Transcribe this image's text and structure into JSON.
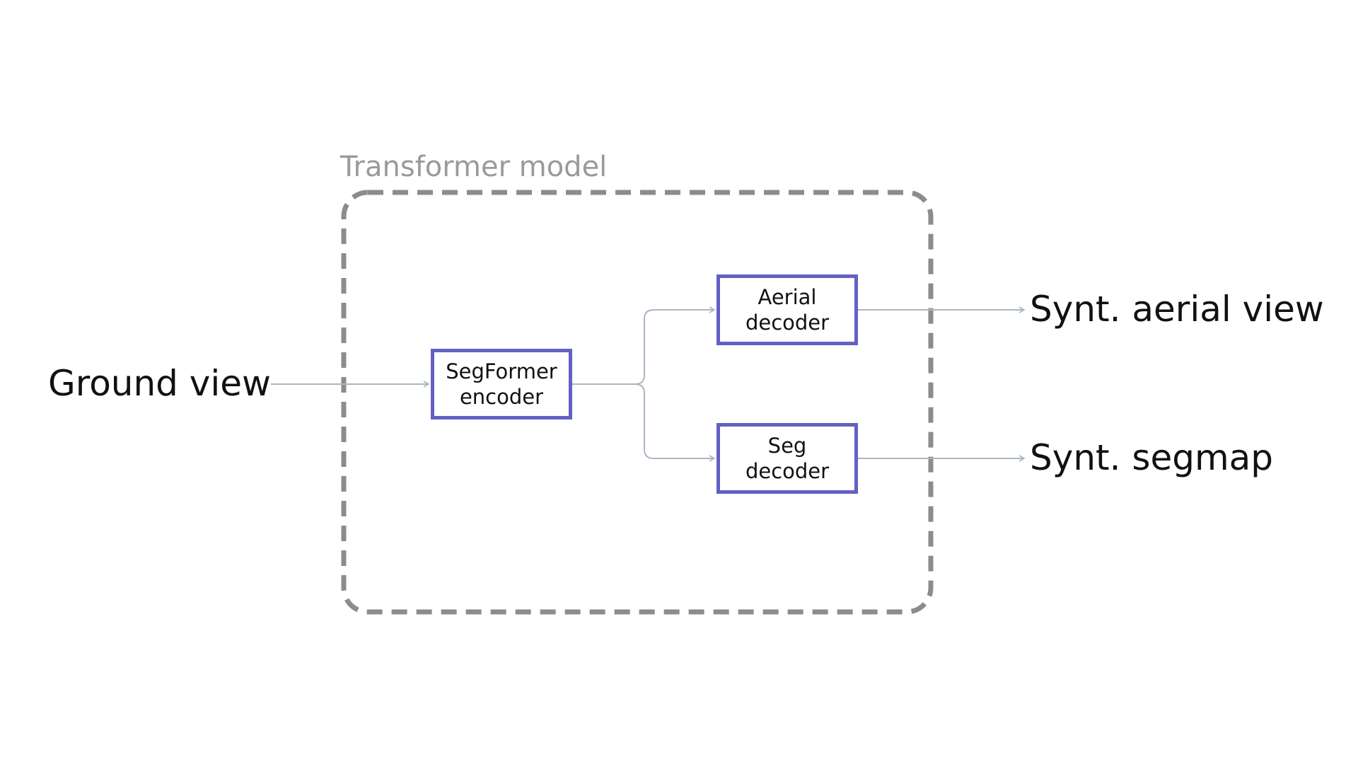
{
  "group": {
    "title": "Transformer model",
    "border_color": "#8c8c8c"
  },
  "inputs": {
    "ground_view": "Ground view"
  },
  "nodes": {
    "encoder": {
      "line1": "SegFormer",
      "line2": "encoder"
    },
    "aerial_decoder": {
      "line1": "Aerial",
      "line2": "decoder"
    },
    "seg_decoder": {
      "line1": "Seg",
      "line2": "decoder"
    }
  },
  "outputs": {
    "aerial_view": "Synt. aerial view",
    "segmap": "Synt. segmap"
  },
  "colors": {
    "node_border": "#6360c5",
    "connector": "#a9b6c2",
    "text": "#111111",
    "group_title": "#9a9a9a"
  }
}
